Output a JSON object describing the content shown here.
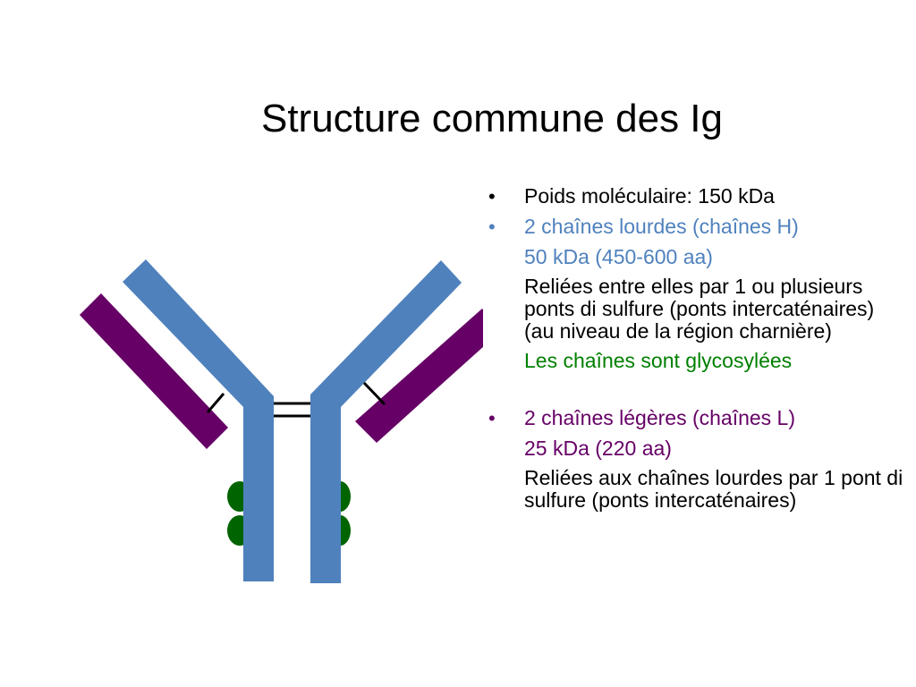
{
  "title": "Structure commune des Ig",
  "colors": {
    "heavy_chain": "#4f81bd",
    "light_chain": "#660066",
    "glycosylation": "#006400",
    "text_default": "#000000",
    "text_heavy": "#4f81bd",
    "text_light": "#660066",
    "text_glyco": "#008000"
  },
  "bullets": [
    {
      "label": "Poids moléculaire: 150 kDa",
      "color": "#000000",
      "sub": []
    },
    {
      "label": "2 chaînes lourdes (chaînes H)",
      "color": "#4f81bd",
      "sub": [
        {
          "text": "50 kDa (450-600 aa)",
          "color": "#4f81bd"
        },
        {
          "text": "Reliées entre elles par 1 ou plusieurs ponts di sulfure (ponts intercaténaires) (au niveau de la région charnière)",
          "color": "#000000"
        },
        {
          "text": "Les chaînes sont glycosylées",
          "color": "#008000"
        }
      ]
    },
    {
      "label": "2 chaînes légères (chaînes L)",
      "color": "#660066",
      "sub": [
        {
          "text": "25 kDa (220 aa)",
          "color": "#660066"
        },
        {
          "text": "Reliées aux chaînes lourdes par 1 pont di sulfure (ponts intercaténaires)",
          "color": "#000000"
        }
      ]
    }
  ],
  "bullet_symbol": "•"
}
